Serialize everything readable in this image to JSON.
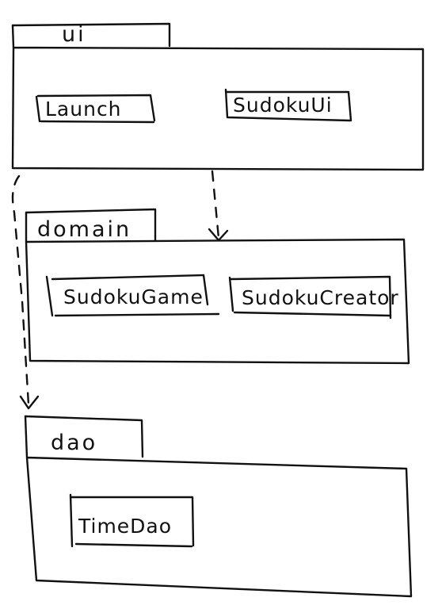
{
  "packages": {
    "ui": {
      "name": "ui",
      "classes": [
        "Launch",
        "SudokuUi"
      ]
    },
    "domain": {
      "name": "domain",
      "classes": [
        "SudokuGame",
        "SudokuCreator"
      ]
    },
    "dao": {
      "name": "dao",
      "classes": [
        "TimeDao"
      ]
    }
  },
  "dependencies": [
    {
      "from": "ui",
      "to": "domain",
      "style": "dashed"
    },
    {
      "from": "ui",
      "to": "dao",
      "style": "dashed"
    }
  ],
  "colors": {
    "ink": "#111111",
    "paper": "#ffffff"
  }
}
